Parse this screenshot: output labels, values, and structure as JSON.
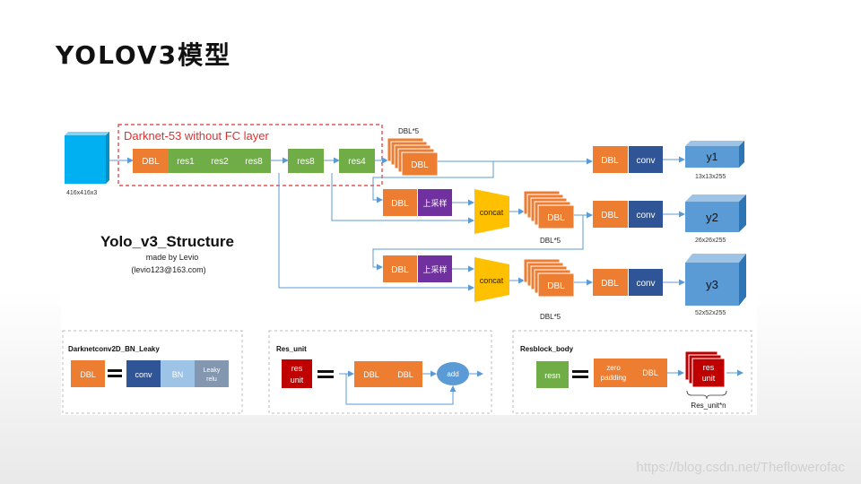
{
  "slide": {
    "title": "YOLOV3模型",
    "watermark": "https://blog.csdn.net/Theflowerofac"
  },
  "diagram": {
    "darknet_label": "Darknet-53 without FC layer",
    "input_size": "416x416x3",
    "backbone_blocks": [
      "DBL",
      "res1",
      "res2",
      "res8",
      "res8",
      "res4"
    ],
    "dbl_stack_label": "DBL*5",
    "dbl": "DBL",
    "conv": "conv",
    "upsample": "上采样",
    "concat": "concat",
    "outputs": [
      {
        "label": "y1",
        "size": "13x13x255"
      },
      {
        "label": "y2",
        "size": "26x26x255"
      },
      {
        "label": "y3",
        "size": "52x52x255"
      }
    ],
    "structure_title": "Yolo_v3_Structure",
    "made_by": "made by Levio",
    "email": "(levio123@163.com)",
    "legend": {
      "dbl_title": "Darknetconv2D_BN_Leaky",
      "bn": "BN",
      "leaky_relu": "Leaky relu",
      "res_unit_title": "Res_unit",
      "res_unit_box": "res unit",
      "add": "add",
      "resblock_title": "Resblock_body",
      "resn": "resn",
      "zero_padding": "zero padding",
      "res_unit_n": "Res_unit*n"
    }
  },
  "colors": {
    "orange": "#ED7D31",
    "green": "#70AD47",
    "navy": "#2F5597",
    "purple": "#7030A0",
    "yellow": "#FFC000",
    "blue": "#5B9BD5",
    "lightblue": "#9DC3E6",
    "red": "#C00000",
    "gray": "#8497B0",
    "cyan": "#00B0F0"
  }
}
